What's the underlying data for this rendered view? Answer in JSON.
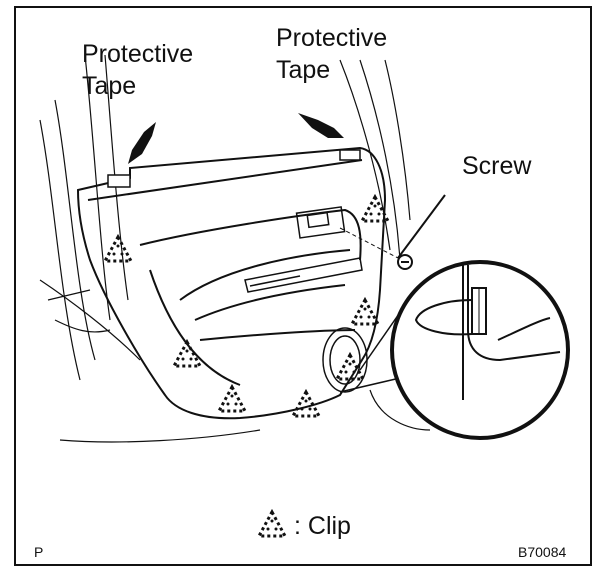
{
  "labels": {
    "protective_tape_left": [
      "Protective",
      "Tape"
    ],
    "protective_tape_right": [
      "Protective",
      "Tape"
    ],
    "screw": "Screw"
  },
  "legend": {
    "text": ": Clip"
  },
  "footer": {
    "page_marker": "P",
    "figure_code": "B70084"
  },
  "icons": {
    "clip_marker": "dotted-triangle-icon",
    "arrow": "solid-arrow-icon",
    "screw": "screw-icon",
    "detail": "magnifier-circle-icon"
  },
  "colors": {
    "ink": "#111111",
    "paper": "#ffffff"
  }
}
